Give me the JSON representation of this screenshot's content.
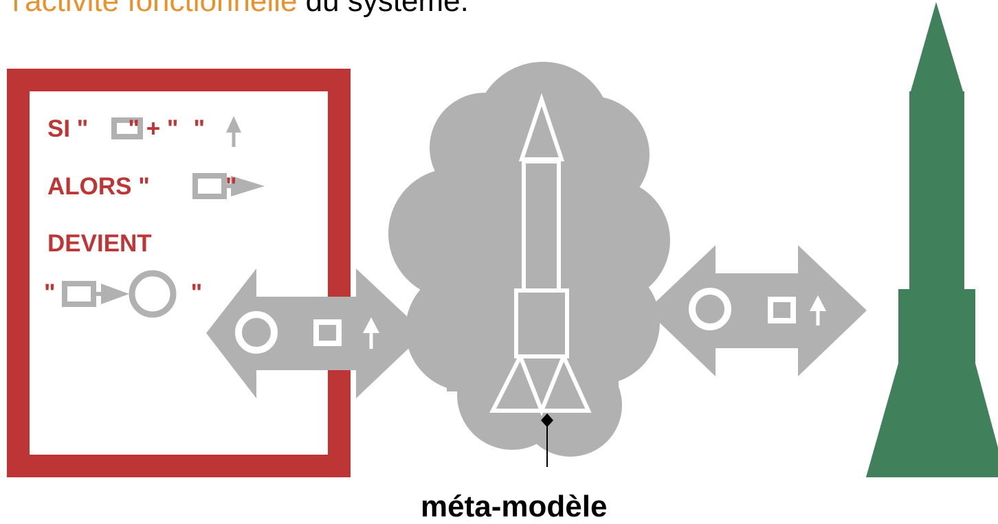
{
  "header": {
    "title_highlight": "l'activité fonctionnelle",
    "title_rest": " du système."
  },
  "rule": {
    "line1": "SI \"",
    "line1b": "\" + \"",
    "line1c": "\"",
    "line2": "ALORS \"",
    "line2b": "\"",
    "line3": "DEVIENT",
    "line4": "\"",
    "line4b": "\""
  },
  "caption": {
    "label": "méta-modèle"
  },
  "colors": {
    "red": "#BE3535",
    "orange": "#E8912E",
    "gray": "#B1B1B1",
    "green": "#40805A",
    "black": "#000000",
    "white": "#FFFFFF"
  },
  "icons": [
    "square-icon",
    "arrow-up-icon",
    "square-arrow-icon",
    "circle-icon",
    "double-arrow-icon",
    "rocket-icon",
    "cloud-icon"
  ]
}
